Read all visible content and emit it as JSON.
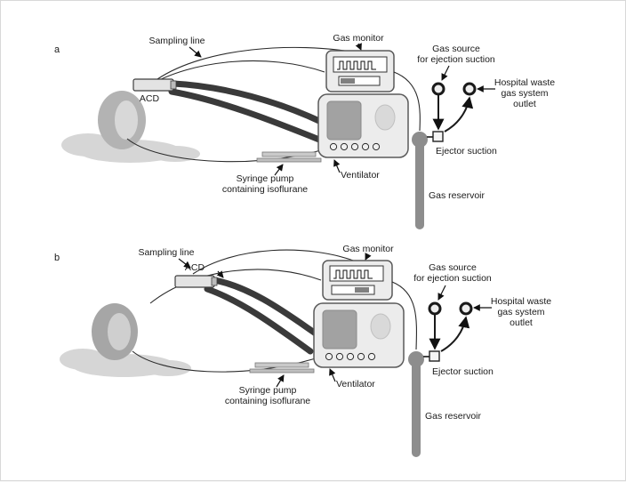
{
  "figure": {
    "panels": [
      {
        "letter": "a"
      },
      {
        "letter": "b"
      }
    ],
    "labels": {
      "sampling_line": "Sampling line",
      "gas_monitor": "Gas monitor",
      "gas_source_line1": "Gas source",
      "gas_source_line2": "for ejection suction",
      "hospital_line1": "Hospital waste",
      "hospital_line2": "gas system",
      "hospital_line3": "outlet",
      "acd": "ACD",
      "ejector_suction": "Ejector suction",
      "ventilator": "Ventilator",
      "syringe_line1": "Syringe pump",
      "syringe_line2": "containing isoflurane",
      "gas_reservoir": "Gas reservoir"
    }
  }
}
